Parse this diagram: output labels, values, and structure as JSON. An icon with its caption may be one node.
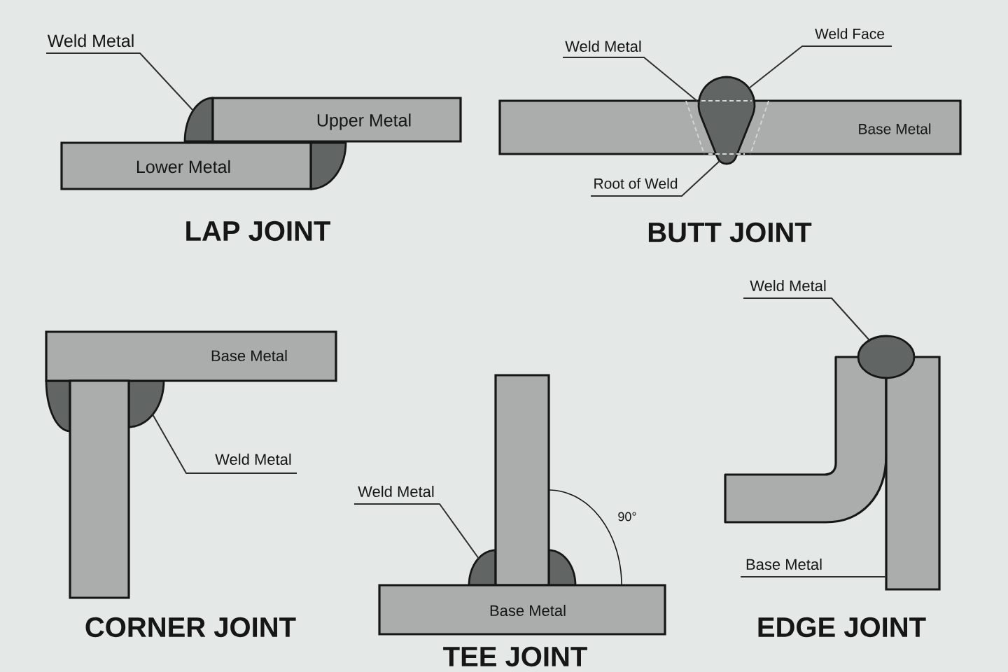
{
  "diagram": {
    "nodes": [
      {
        "text": [
          "Weld Metal"
        ]
      },
      {
        "text": [
          "Upper Metal"
        ]
      },
      {
        "text": [],
        "shape": "sector"
      },
      {
        "text": [
          "Lower Metal"
        ]
      },
      {
        "text": [],
        "shape": "sector"
      },
      {
        "text": [
          "Weld Metal"
        ]
      },
      {
        "text": [
          "Weld Face"
        ]
      },
      {
        "text": [
          "Base Metal"
        ]
      },
      {
        "text": [],
        "shape": "drop"
      },
      {
        "text": [
          "Root of Weld"
        ]
      },
      {
        "text": [
          "Base Metal"
        ]
      },
      {
        "text": [],
        "shape": "box"
      },
      {
        "text": [],
        "shape": "sector"
      },
      {
        "text": [],
        "shape": "sector"
      },
      {
        "text": [
          "Weld Metal"
        ]
      },
      {
        "text": [
          "Weld Metal"
        ]
      },
      {
        "text": [],
        "shape": "box"
      },
      {
        "text": [],
        "shape": "sector"
      },
      {
        "text": [],
        "shape": "sector"
      },
      {
        "text": [
          "Base Metal"
        ]
      },
      {
        "text": [
          "Weld Metal"
        ]
      },
      {
        "text": [],
        "shape": "ellipse"
      },
      {
        "text": [],
        "shape": "bar"
      },
      {
        "text": [],
        "shape": "box"
      },
      {
        "text": [
          "Base Metal"
        ]
      }
    ],
    "edges": [
      {
        "from": 0,
        "to": 2,
        "arrow": "none"
      },
      {
        "from": 5,
        "to": 8,
        "arrow": "none"
      },
      {
        "from": 6,
        "to": 8,
        "arrow": "none"
      },
      {
        "from": 9,
        "to": 8,
        "arrow": "none"
      },
      {
        "from": 14,
        "to": 13,
        "arrow": "none"
      },
      {
        "from": 15,
        "to": 17,
        "arrow": "none"
      },
      {
        "from": 20,
        "to": 21,
        "arrow": "none"
      },
      {
        "from": 24,
        "to": 23,
        "arrow": "none"
      }
    ],
    "labels": [
      "LAP JOINT",
      "BUTT JOINT",
      "90°",
      "CORNER JOINT",
      "EDGE JOINT",
      "TEE JOINT"
    ]
  }
}
